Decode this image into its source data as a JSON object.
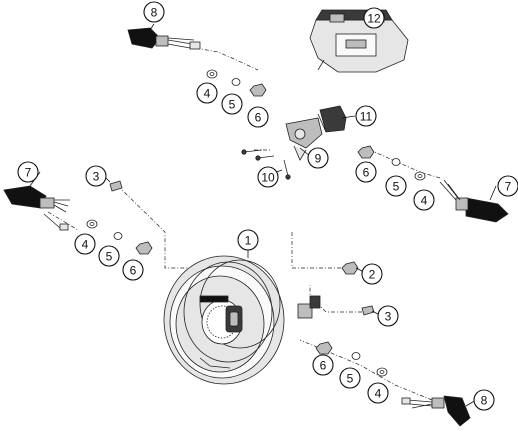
{
  "diagram": {
    "callouts": [
      {
        "id": "c8-top",
        "label": "8"
      },
      {
        "id": "c12",
        "label": "12"
      },
      {
        "id": "c4-top",
        "label": "4"
      },
      {
        "id": "c5-top",
        "label": "5"
      },
      {
        "id": "c6-top",
        "label": "6"
      },
      {
        "id": "c11",
        "label": "11"
      },
      {
        "id": "c9",
        "label": "9"
      },
      {
        "id": "c10",
        "label": "10"
      },
      {
        "id": "c7-left",
        "label": "7"
      },
      {
        "id": "c3-left",
        "label": "3"
      },
      {
        "id": "c4-left",
        "label": "4"
      },
      {
        "id": "c5-left",
        "label": "5"
      },
      {
        "id": "c6-left",
        "label": "6"
      },
      {
        "id": "c1",
        "label": "1"
      },
      {
        "id": "c2",
        "label": "2"
      },
      {
        "id": "c3-right",
        "label": "3"
      },
      {
        "id": "c6-right",
        "label": "6"
      },
      {
        "id": "c5-right",
        "label": "5"
      },
      {
        "id": "c4-right",
        "label": "4"
      },
      {
        "id": "c7-right",
        "label": "7"
      },
      {
        "id": "c6-bottom",
        "label": "6"
      },
      {
        "id": "c5-bottom",
        "label": "5"
      },
      {
        "id": "c4-bottom",
        "label": "4"
      },
      {
        "id": "c8-bottom",
        "label": "8"
      }
    ],
    "colors": {
      "line": "#222222",
      "light_fill": "#e6e6e6",
      "mid_fill": "#bdbdbd",
      "dark_fill": "#3a3a3a",
      "black_fill": "#111111"
    }
  }
}
